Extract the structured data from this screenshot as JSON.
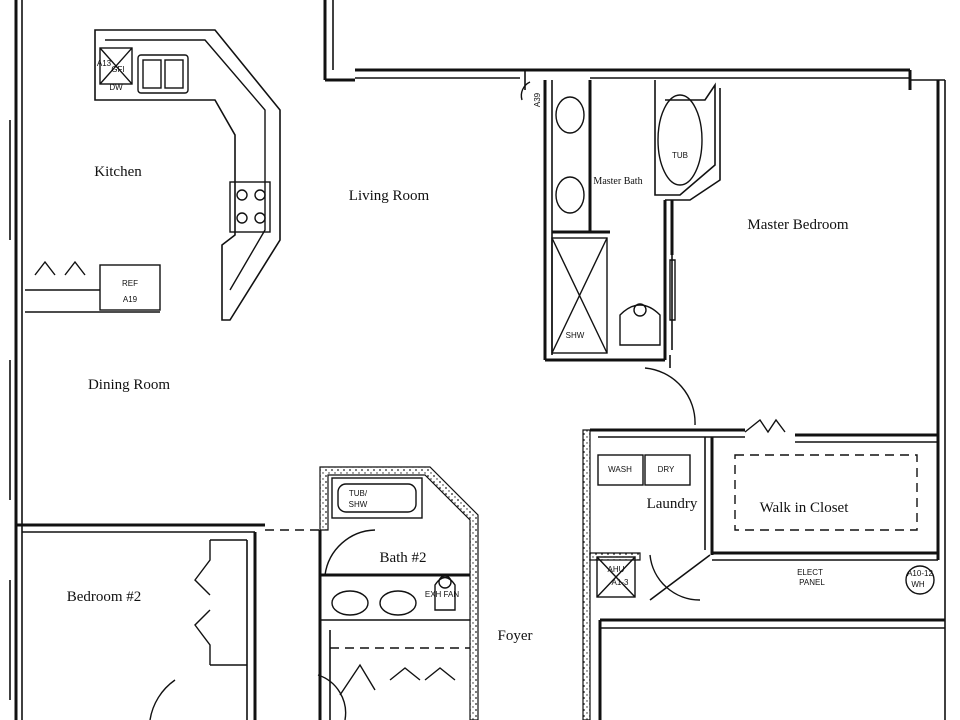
{
  "rooms": {
    "kitchen": "Kitchen",
    "living_room": "Living Room",
    "dining_room": "Dining Room",
    "master_bath": "Master Bath",
    "master_bedroom": "Master Bedroom",
    "laundry": "Laundry",
    "walk_in_closet": "Walk in Closet",
    "bedroom_2": "Bedroom #2",
    "bath_2": "Bath #2",
    "foyer": "Foyer"
  },
  "fixtures": {
    "tub_master": "TUB",
    "shower_master": "SHW",
    "tub_shower_bath2_line1": "TUB/",
    "tub_shower_bath2_line2": "SHW",
    "refrigerator": "REF",
    "ref_outlet": "A19",
    "kitchen_a13": "A13",
    "kitchen_gfi": "GFI",
    "kitchen_dw": "DW",
    "wash": "WASH",
    "dryer": "DRY",
    "ahu": "AHU",
    "ahu_circuit": "A1-3",
    "exh_fan": "EXH FAN",
    "elect_panel_line1": "ELECT",
    "elect_panel_line2": "PANEL",
    "water_heater_line1": "A10-12",
    "water_heater_line2": "WH",
    "master_bath_outlet": "A39"
  }
}
